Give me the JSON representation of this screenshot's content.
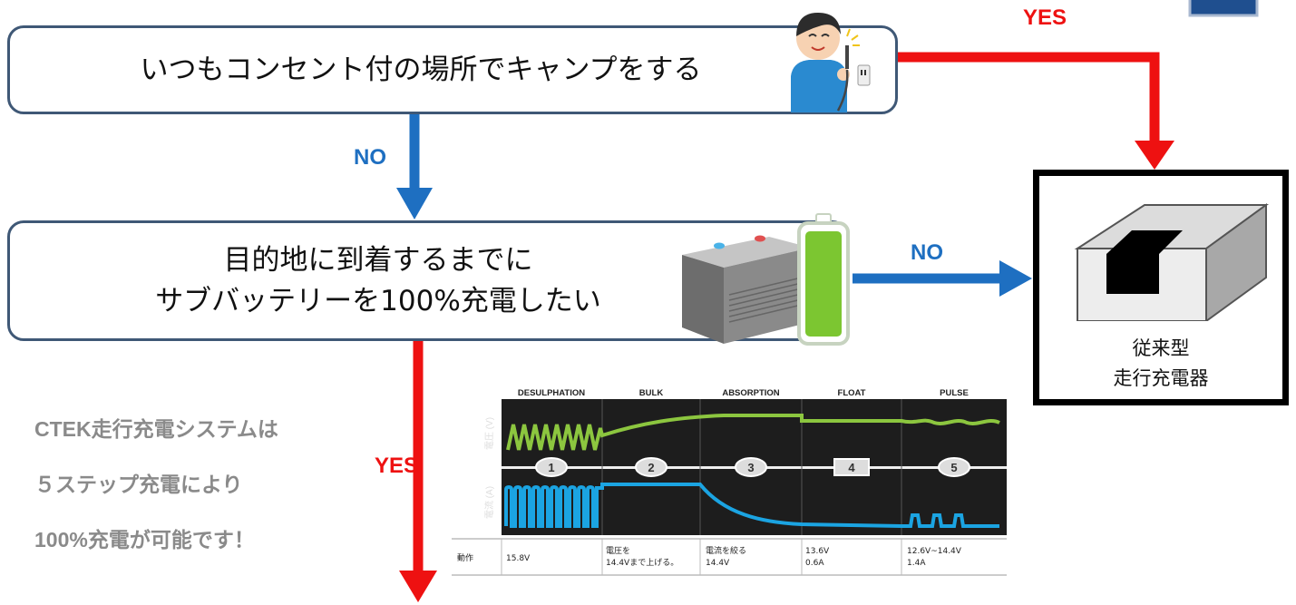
{
  "question1": {
    "text": "いつもコンセント付の場所でキャンプをする"
  },
  "question2": {
    "line1": "目的地に到着するまでに",
    "line2": "サブバッテリーを100%充電したい"
  },
  "labels": {
    "no_down": "NO",
    "no_right": "NO",
    "yes_top": "YES",
    "yes_bottom": "YES"
  },
  "charger": {
    "line1": "従来型",
    "line2": "走行充電器"
  },
  "ctek": {
    "line1": "CTEK走行充電システムは",
    "line2": "５ステップ充電により",
    "line3": "100%充電が可能です！"
  },
  "chart": {
    "phases": [
      "DESULPHATION",
      "BULK",
      "ABSORPTION",
      "FLOAT",
      "PULSE"
    ],
    "voltage_axis": "電圧 (V)",
    "current_axis": "電流 (A)",
    "steps": [
      "1",
      "2",
      "3",
      "4",
      "5"
    ],
    "row_header": "動作",
    "row_cells": [
      [
        "15.8V",
        ""
      ],
      [
        "電圧を",
        "14.4Vまで上げる。"
      ],
      [
        "電流を絞る",
        "14.4V"
      ],
      [
        "13.6V",
        "0.6A"
      ],
      [
        "12.6V~14.4V",
        "1.4A"
      ]
    ]
  },
  "colors": {
    "red": "#ee1111",
    "blue": "#1e6fc1",
    "box_border": "#3f5876",
    "voltage": "#8cc63f",
    "current": "#1ba4e2"
  }
}
